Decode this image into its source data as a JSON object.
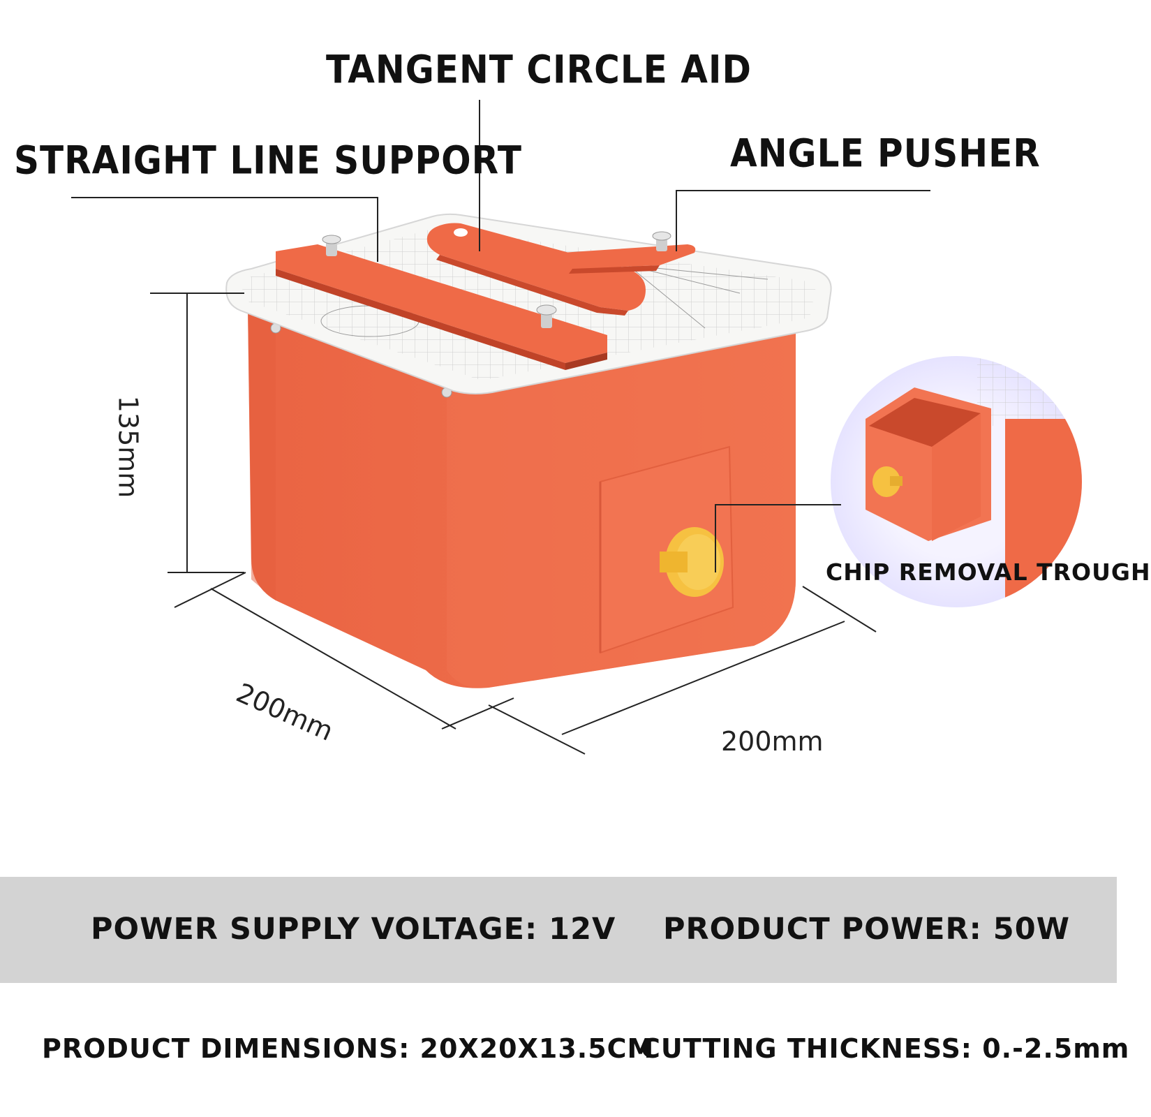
{
  "callouts": {
    "tangent_circle_aid": "TANGENT CIRCLE AID",
    "straight_line_support": "STRAIGHT LINE SUPPORT",
    "angle_pusher": "ANGLE PUSHER",
    "chip_removal_trough": "CHIP REMOVAL TROUGH"
  },
  "dimensions": {
    "height": "135mm",
    "depth": "200mm",
    "width": "200mm"
  },
  "specs": {
    "power_supply_voltage": "POWER SUPPLY VOLTAGE: 12V",
    "product_power": "PRODUCT POWER: 50W",
    "product_dimensions": "PRODUCT DIMENSIONS: 20X20X13.5CM",
    "cutting_thickness": "CUTTING THICKNESS: 0.-2.5mm"
  },
  "colors": {
    "body_orange": "#ef6a47",
    "top_plate": "#f7f7f5",
    "knob_yellow": "#f6c141",
    "spec_band_gray": "#d3d3d3"
  }
}
